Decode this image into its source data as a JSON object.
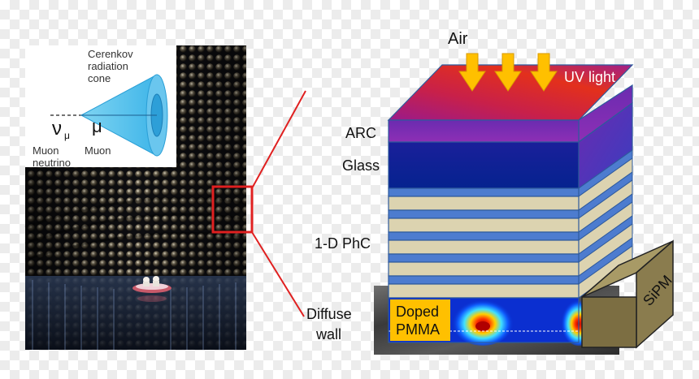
{
  "inset": {
    "nu_symbol": "ν",
    "nu_subscript": "μ",
    "mu_symbol": "μ",
    "cone_label": [
      "Cerenkov",
      "radiation",
      "cone"
    ],
    "muon_neutrino_label": [
      "Muon",
      "neutrino"
    ],
    "muon_label": "Muon"
  },
  "layers": {
    "air": "Air",
    "uv_light": "UV light",
    "arc": "ARC",
    "glass": "Glass",
    "phc": "1-D PhC",
    "diffuse_wall": [
      "Diffuse",
      "wall"
    ],
    "doped_pmma": [
      "Doped",
      "PMMA"
    ],
    "sipm": "SiPM"
  },
  "colors": {
    "callout_red": "#e02020",
    "arrow_yellow": "#ffc000",
    "arc_purple": "#7a2aa8",
    "glass_blue": "#0a1f9a",
    "phc_beige": "#dcd3b0",
    "phc_blue": "#4d7ccf",
    "pmma_label_bg": "#ffc000",
    "sipm_olive": "#8a7c4e",
    "cube_edge": "#2e5a9c"
  }
}
